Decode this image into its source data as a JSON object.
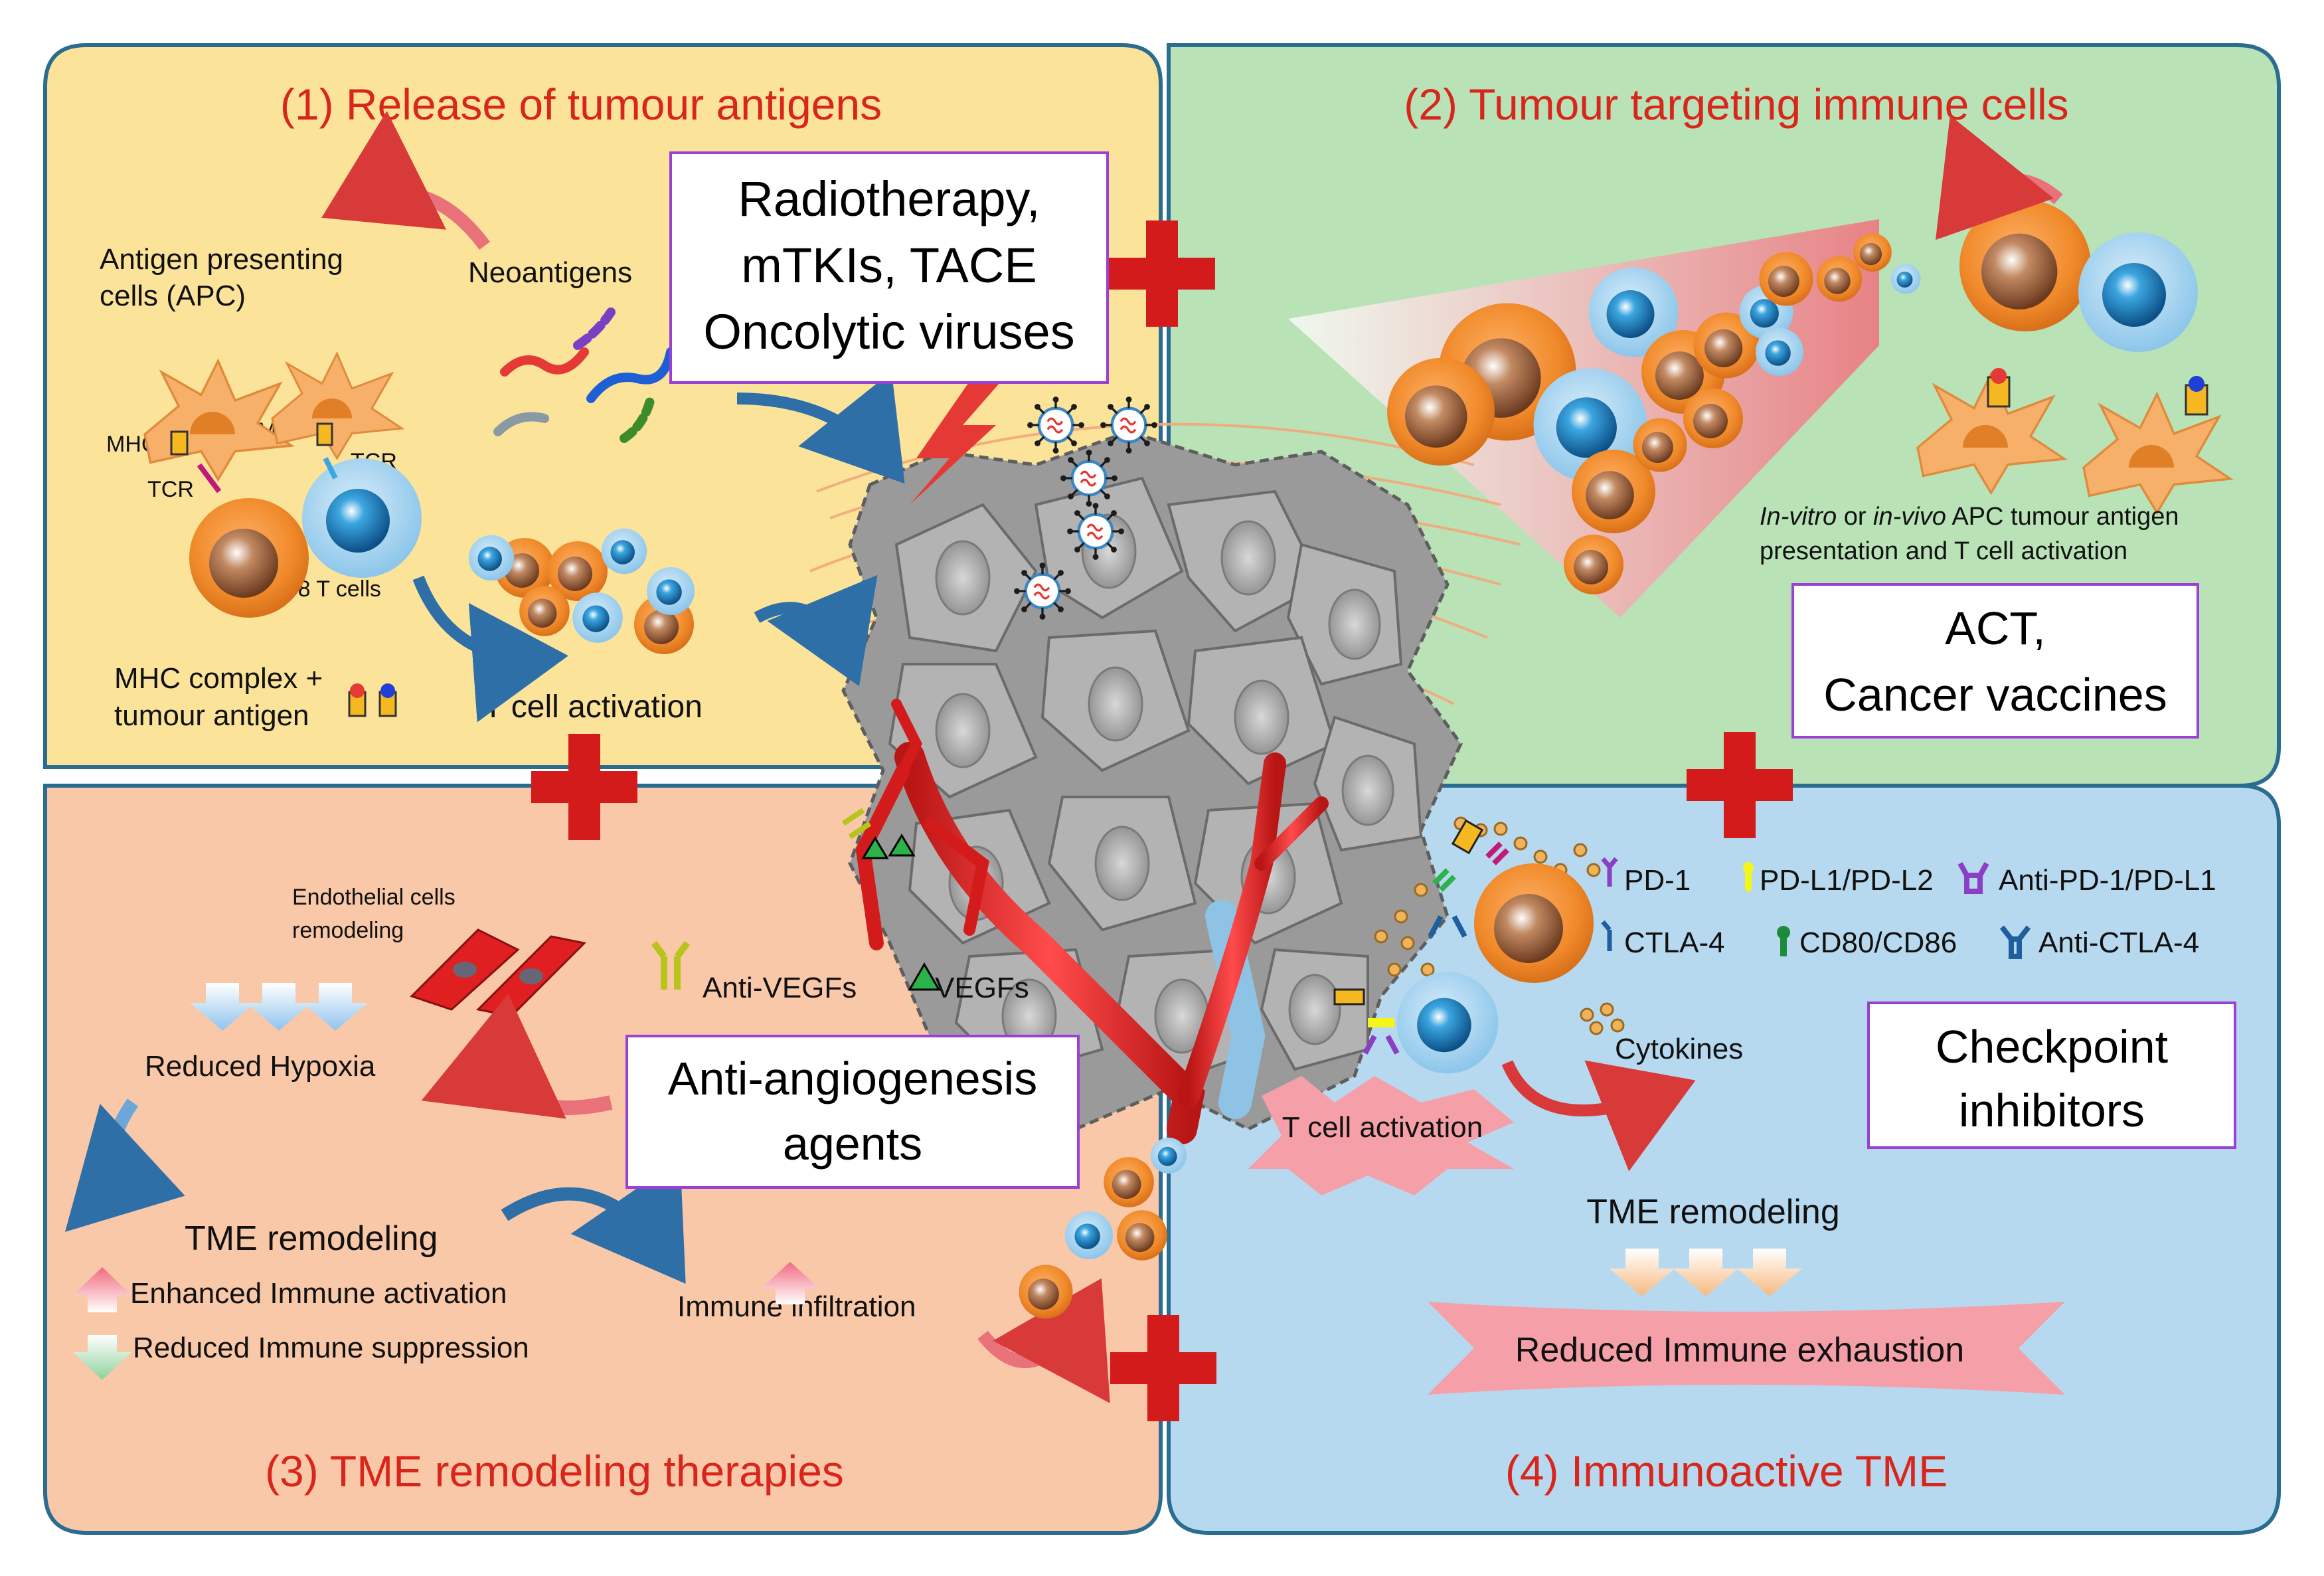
{
  "colors": {
    "q1_fill": "#fce39a",
    "q2_fill": "#b9e2b7",
    "q3_fill": "#f9c8a8",
    "q4_fill": "#b7d9ef",
    "border": "#2a6d91",
    "title_red": "#d9261c",
    "plus_red": "#d41b1b",
    "box_border": "#9b3fd6"
  },
  "quadrants": {
    "q1": {
      "title": "(1) Release of tumour antigens"
    },
    "q2": {
      "title": "(2) Tumour targeting immune cells"
    },
    "q3": {
      "title": "(3) TME remodeling therapies"
    },
    "q4": {
      "title": "(4) Immunoactive TME"
    }
  },
  "boxes": {
    "radiotherapy": {
      "line1": "Radiotherapy,",
      "line2": "mTKIs, TACE",
      "line3": "Oncolytic viruses"
    },
    "act": {
      "line1": "ACT,",
      "line2": "Cancer vaccines"
    },
    "antiangio": {
      "line1": "Anti-angiogenesis",
      "line2": "agents"
    },
    "checkpoint": {
      "line1": "Checkpoint",
      "line2": "inhibitors"
    }
  },
  "q1_labels": {
    "apc_1": "Antigen presenting",
    "apc_2": "cells (APC)",
    "neoantigens": "Neoantigens",
    "mhc_a": "MHC",
    "mhc_b": "MHC",
    "tcr_a": "TCR",
    "tcr_b": "TCR",
    "cd4cd8": "CD4/CD8 T cells",
    "mhc_complex_1": "MHC complex +",
    "mhc_complex_2": "tumour antigen",
    "t_activation": "T cell activation"
  },
  "q2_labels": {
    "invitro_i1": "In-vitro",
    "invitro_or": " or ",
    "invitro_i2": "in-vivo",
    "invitro_rest": " APC tumour antigen",
    "presentation": "presentation and T cell activation"
  },
  "q3_labels": {
    "endothelial_1": "Endothelial cells",
    "endothelial_2": "remodeling",
    "reduced_hypoxia": "Reduced Hypoxia",
    "tme_remodeling": "TME remodeling",
    "enhanced": "Enhanced Immune activation",
    "reduced_supp": "Reduced Immune suppression",
    "immune_infiltration": "Immune infiltration",
    "anti_vegfs": "Anti-VEGFs",
    "vegfs": "VEGFs"
  },
  "q4_labels": {
    "pd1": "PD-1",
    "pdl": "PD-L1/PD-L2",
    "anti_pd": "Anti-PD-1/PD-L1",
    "ctla4": "CTLA-4",
    "cd80": "CD80/CD86",
    "anti_ctla": "Anti-CTLA-4",
    "cytokines": "Cytokines",
    "t_activation": "T cell activation",
    "tme_remodeling": "TME remodeling",
    "reduced_exhaustion": "Reduced Immune exhaustion"
  },
  "icons": {
    "plus": "red-cross-icon",
    "tumour": "tumour-mass-icon",
    "virus": "oncolytic-virus-icon",
    "lightning": "lightning-bolt-icon",
    "t_cell": "t-cell-icon",
    "apc": "dendritic-cell-icon"
  }
}
